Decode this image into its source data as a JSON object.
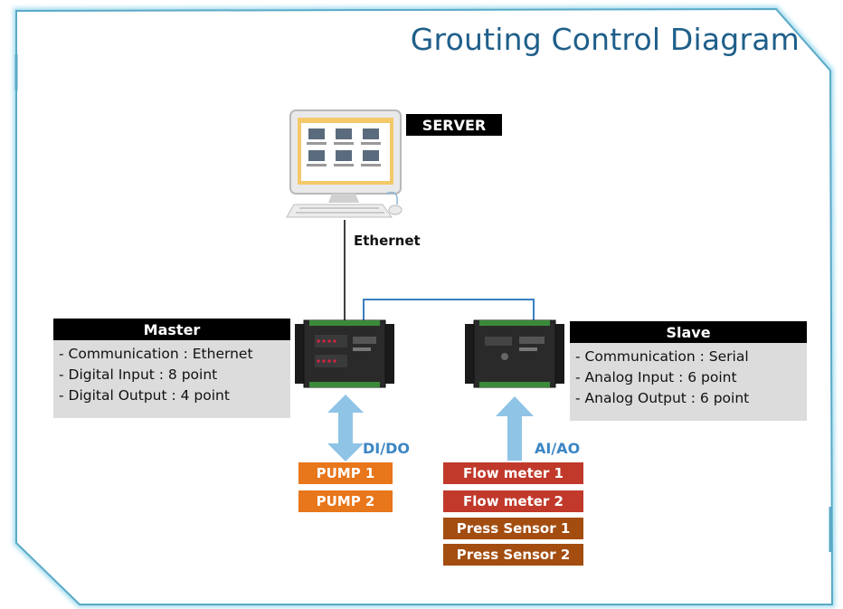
{
  "title": "Grouting Control Diagram",
  "server": {
    "label": "SERVER"
  },
  "link": {
    "label": "Ethernet"
  },
  "master": {
    "title": "Master",
    "specs": [
      "- Communication : Ethernet",
      "- Digital Input : 8 point",
      "- Digital Output : 4 point"
    ],
    "io_label": "DI/DO",
    "devices": [
      "PUMP 1",
      "PUMP 2"
    ]
  },
  "slave": {
    "title": "Slave",
    "specs": [
      "- Communication : Serial",
      "- Analog Input : 6 point",
      "- Analog Output : 6 point"
    ],
    "io_label": "AI/AO",
    "devices": [
      "Flow meter 1",
      "Flow meter 2",
      "Press Sensor 1",
      "Press Sensor 2"
    ]
  },
  "colors": {
    "frame": "#7fc6de",
    "title": "#1f5f8a",
    "arrow": "#8fc4e6",
    "arrow_label": "#3b86c4",
    "pump": "#e8761b",
    "flow_meter": "#c0392b",
    "press_sensor": "#a34d10"
  }
}
